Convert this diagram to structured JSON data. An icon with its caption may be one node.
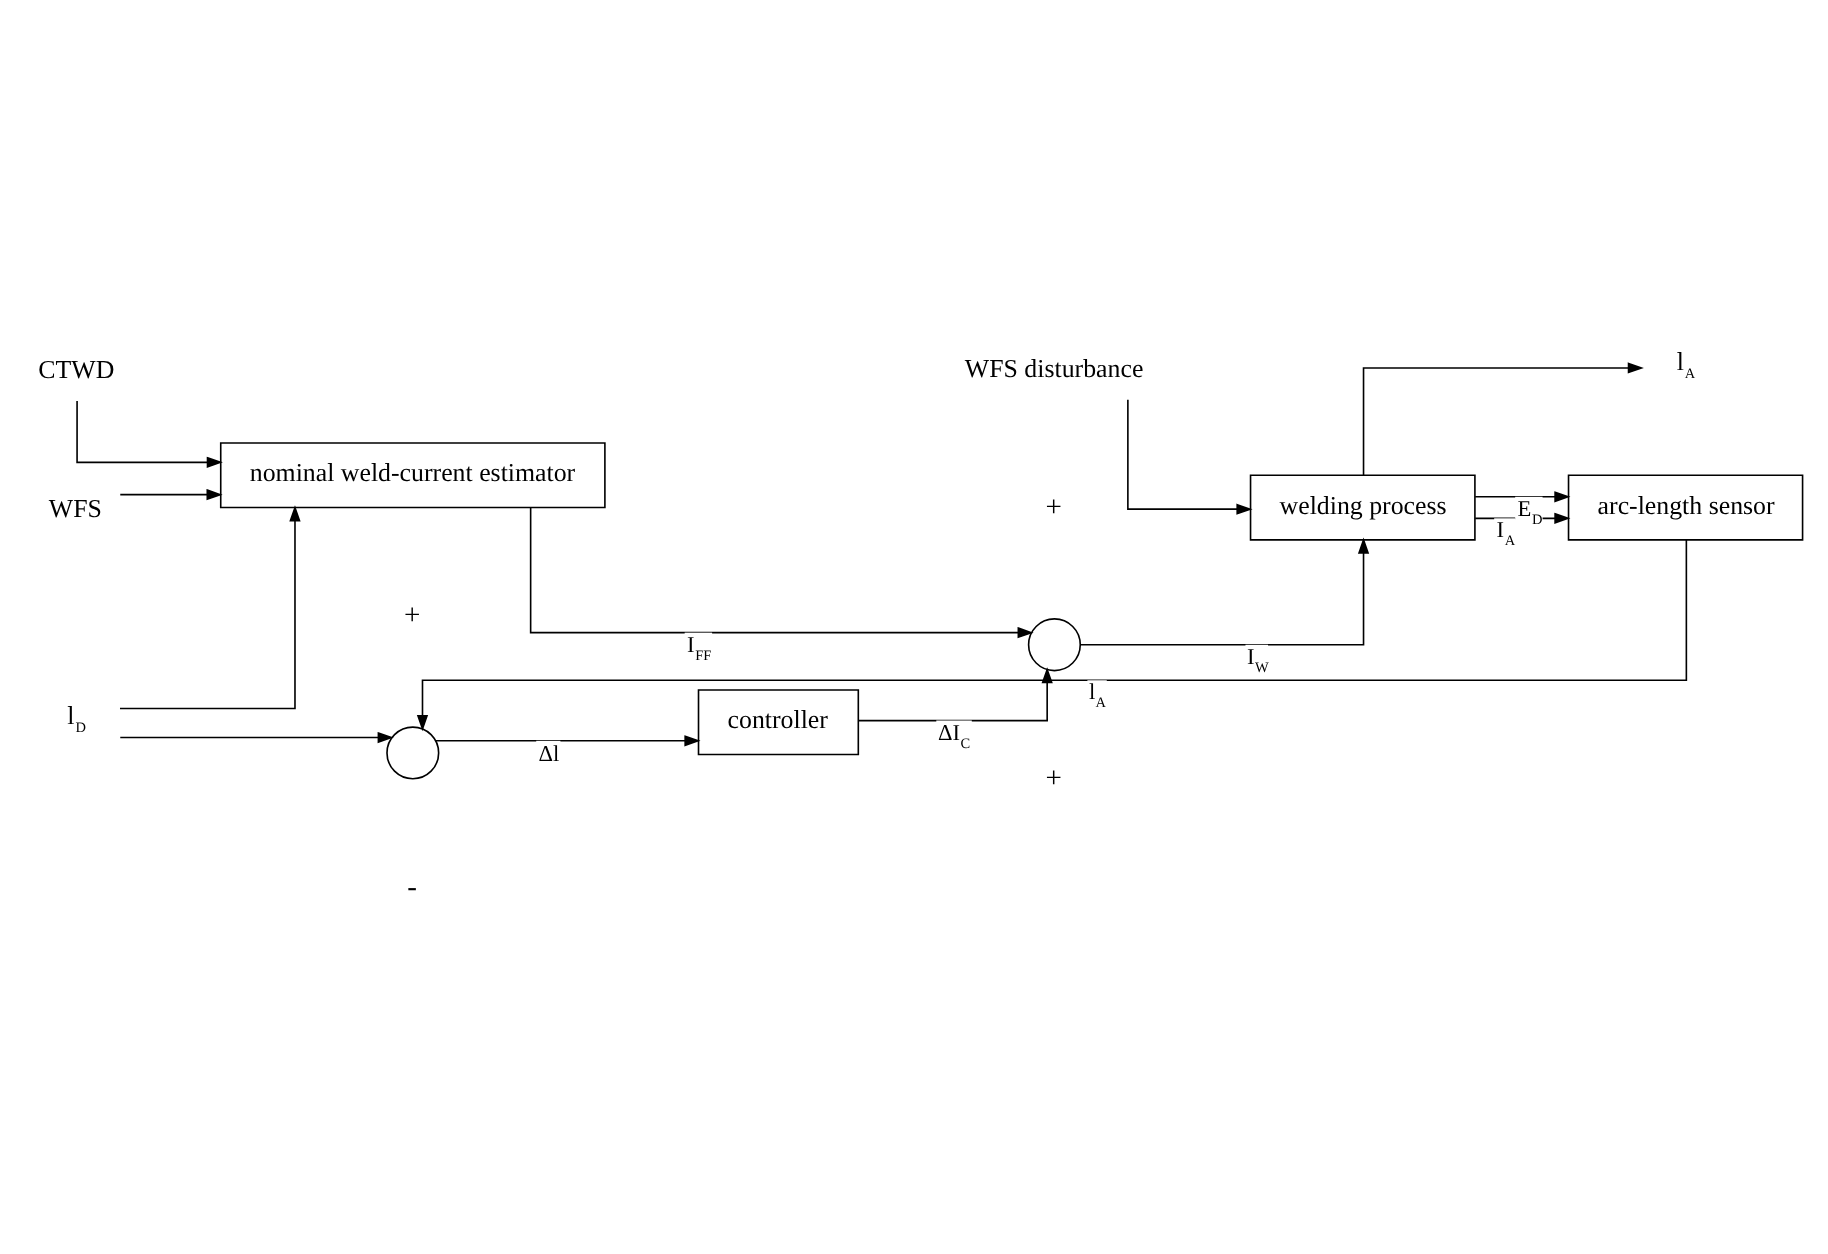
{
  "diagram": {
    "nodes": [
      {
        "text": [
          "CTWD"
        ]
      },
      {
        "text": [
          "WFS"
        ]
      },
      {
        "text": [
          "l$_{D}$"
        ]
      },
      {
        "text": [
          "nominal weld-current estimator"
        ]
      },
      {
        "text": [],
        "shape": "circle"
      },
      {
        "text": [
          "controller"
        ]
      },
      {
        "text": [],
        "shape": "circle"
      },
      {
        "text": [
          "WFS disturbance"
        ]
      },
      {
        "text": [
          "welding process"
        ]
      },
      {
        "text": [
          "l$_{A}$"
        ]
      },
      {
        "text": [
          "arc-length sensor"
        ]
      }
    ],
    "edges": [
      {
        "from": 0,
        "to": 3,
        "arrow": "to"
      },
      {
        "from": 1,
        "to": 3,
        "arrow": "to"
      },
      {
        "from": 2,
        "to": 3,
        "arrow": "to"
      },
      {
        "from": 2,
        "to": 4,
        "arrow": "to"
      },
      {
        "from": 4,
        "to": 5,
        "arrow": "to",
        "label": "Δl"
      },
      {
        "from": 3,
        "to": 6,
        "arrow": "to",
        "label": "I$_{FF}$"
      },
      {
        "from": 5,
        "to": 6,
        "arrow": "to",
        "label": "ΔI$_{C}$"
      },
      {
        "from": 6,
        "to": 8,
        "arrow": "to",
        "label": "I$_{W}$"
      },
      {
        "from": 7,
        "to": 8,
        "arrow": "to"
      },
      {
        "from": 8,
        "to": 9,
        "arrow": "to"
      },
      {
        "from": 8,
        "to": 10,
        "arrow": "to",
        "label": "I$_{A}$"
      },
      {
        "from": 8,
        "to": 10,
        "arrow": "to",
        "label": "E$_{D}$"
      },
      {
        "from": 10,
        "to": 4,
        "arrow": "to",
        "label": "l$_{A}$"
      }
    ],
    "labels": [
      "+",
      "+",
      "+",
      "-"
    ]
  }
}
